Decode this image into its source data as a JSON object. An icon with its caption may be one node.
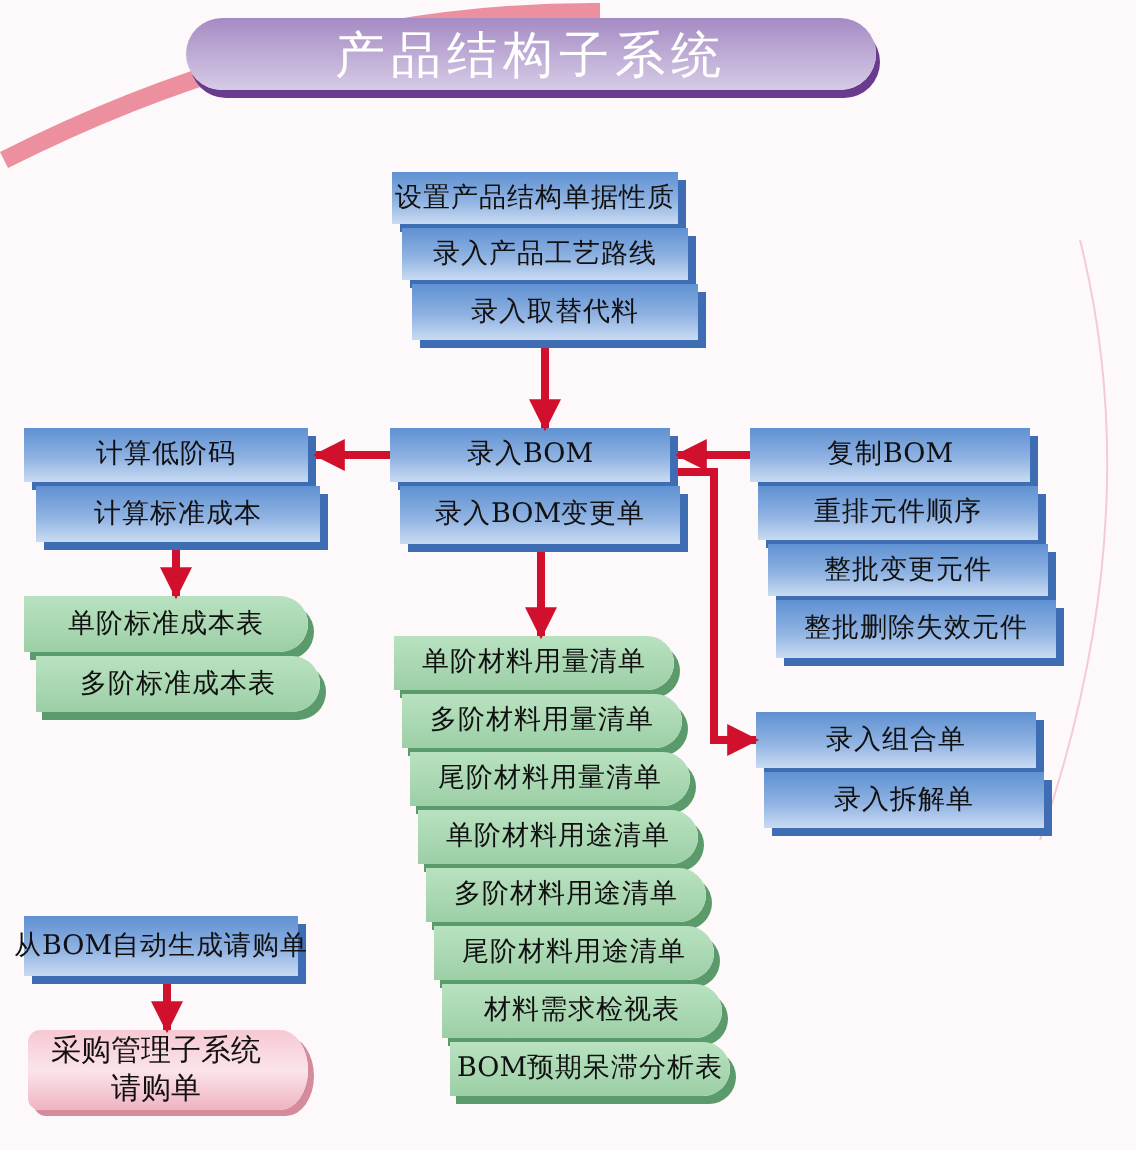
{
  "diagram": {
    "title": "产品结构子系统",
    "nodes": [
      {
        "text": [
          "设置产品结构单据性质"
        ]
      },
      {
        "text": [
          "录入产品工艺路线"
        ]
      },
      {
        "text": [
          "录入取替代料"
        ]
      },
      {
        "text": [
          "计算低阶码"
        ]
      },
      {
        "text": [
          "计算标准成本"
        ]
      },
      {
        "text": [
          "录入BOM"
        ]
      },
      {
        "text": [
          "录入BOM变更单"
        ]
      },
      {
        "text": [
          "复制BOM"
        ]
      },
      {
        "text": [
          "重排元件顺序"
        ]
      },
      {
        "text": [
          "整批变更元件"
        ]
      },
      {
        "text": [
          "整批删除失效元件"
        ]
      },
      {
        "text": [
          "单阶标准成本表"
        ]
      },
      {
        "text": [
          "多阶标准成本表"
        ]
      },
      {
        "text": [
          "单阶材料用量清单"
        ]
      },
      {
        "text": [
          "多阶材料用量清单"
        ]
      },
      {
        "text": [
          "尾阶材料用量清单"
        ]
      },
      {
        "text": [
          "单阶材料用途清单"
        ]
      },
      {
        "text": [
          "多阶材料用途清单"
        ]
      },
      {
        "text": [
          "尾阶材料用途清单"
        ]
      },
      {
        "text": [
          "材料需求检视表"
        ]
      },
      {
        "text": [
          "BOM预期呆滞分析表"
        ]
      },
      {
        "text": [
          "录入组合单"
        ]
      },
      {
        "text": [
          "录入拆解单"
        ]
      },
      {
        "text": [
          "从BOM自动生成请购单"
        ]
      },
      {
        "text": [
          "采购管理子系统请购单"
        ]
      }
    ],
    "edges": [
      {
        "from": 2,
        "to": 5,
        "arrow": "to"
      },
      {
        "from": 5,
        "to": 3,
        "arrow": "to"
      },
      {
        "from": 4,
        "to": 11,
        "arrow": "to"
      },
      {
        "from": 6,
        "to": 13,
        "arrow": "to"
      },
      {
        "from": 7,
        "to": 5,
        "arrow": "to"
      },
      {
        "from": 5,
        "to": 21,
        "arrow": "to"
      },
      {
        "from": 23,
        "to": 24,
        "arrow": "to"
      }
    ]
  }
}
